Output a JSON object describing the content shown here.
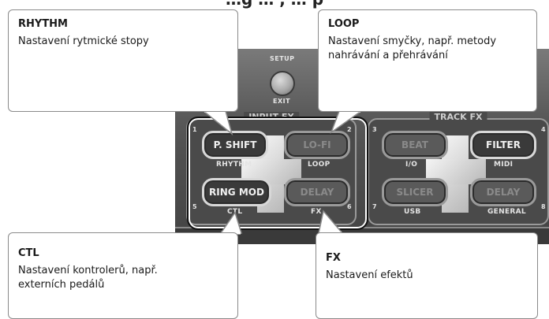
{
  "top_heading": "…g … , … p",
  "device": {
    "setup_label": "SETUP",
    "exit_label": "EXIT",
    "left_section_title": "INPUT FX",
    "right_section_title": "TRACK FX",
    "left_buttons": [
      {
        "label": "P. SHIFT",
        "sublabel": "RHYTHM",
        "number": "1",
        "state": "on"
      },
      {
        "label": "LO-FI",
        "sublabel": "LOOP",
        "number": "2",
        "state": "off"
      },
      {
        "label": "RING MOD",
        "sublabel": "CTL",
        "number": "5",
        "state": "on"
      },
      {
        "label": "DELAY",
        "sublabel": "FX",
        "number": "6",
        "state": "off"
      }
    ],
    "right_buttons": [
      {
        "label": "BEAT",
        "sublabel": "I/O",
        "number": "3",
        "state": "off"
      },
      {
        "label": "FILTER",
        "sublabel": "MIDI",
        "number": "4",
        "state": "on"
      },
      {
        "label": "SLICER",
        "sublabel": "USB",
        "number": "7",
        "state": "off"
      },
      {
        "label": "DELAY",
        "sublabel": "GENERAL",
        "number": "8",
        "state": "off"
      }
    ]
  },
  "callouts": {
    "rhythm": {
      "title": "RHYTHM",
      "desc": "Nastavení rytmické stopy"
    },
    "loop": {
      "title": "LOOP",
      "desc": "Nastavení smyčky, např. metody nahrávání a přehrávání"
    },
    "ctl": {
      "title": "CTL",
      "desc": "Nastavení kontrolerů, např. externích pedálů"
    },
    "fx": {
      "title": "FX",
      "desc": "Nastavení efektů"
    }
  }
}
